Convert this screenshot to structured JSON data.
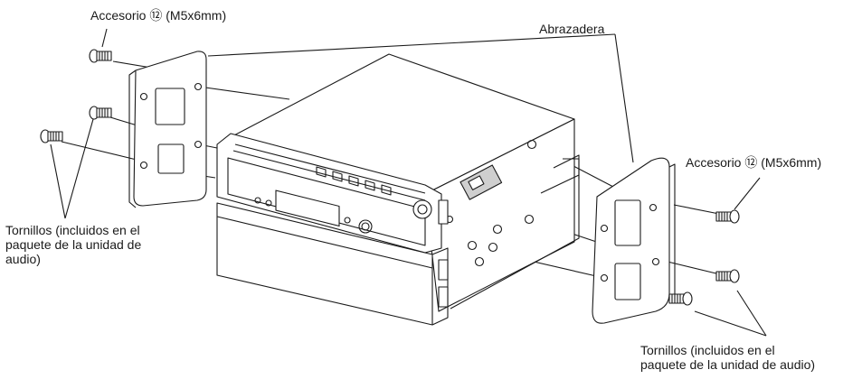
{
  "labels": {
    "accesorio_top_left": "Accesorio ⑫ (M5x6mm)",
    "abrazadera": "Abrazadera",
    "accesorio_right": "Accesorio ⑫ (M5x6mm)",
    "tornillos_left": [
      "Tornillos (incluidos en el",
      "paquete de la unidad de",
      "audio)"
    ],
    "tornillos_right": [
      "Tornillos (incluidos en el",
      "paquete de la unidad de audio)"
    ]
  },
  "colors": {
    "line": "#1a1a1a",
    "fill": "#ffffff",
    "shade": "#d9d9d9"
  }
}
